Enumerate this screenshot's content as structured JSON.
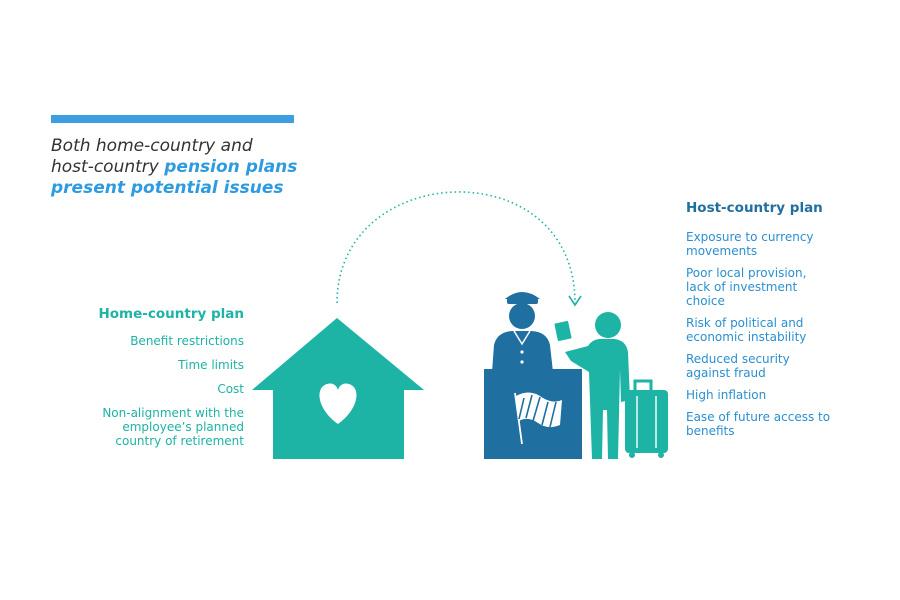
{
  "headline": {
    "line1": "Both home-country and",
    "line2_plain": "host-country ",
    "line2_strong": "pension plans",
    "line3_strong": "present potential issues"
  },
  "home": {
    "title": "Home-country plan",
    "issues": [
      "Benefit restrictions",
      "Time limits",
      "Cost",
      "Non-alignment with the employee’s planned country of retirement"
    ]
  },
  "host": {
    "title": "Host-country plan",
    "issues": [
      "Exposure to currency movements",
      "Poor local provision, lack of investment choice",
      "Risk of political and economic instability",
      "Reduced security against fraud",
      "High inflation",
      "Ease of future access to benefits"
    ]
  },
  "colors": {
    "accent_blue": "#3d9ee0",
    "teal": "#1db3a5",
    "dark_blue": "#1f6fa0",
    "text_blue": "#2a8fd0"
  },
  "icons": [
    "house-heart-icon",
    "border-officer-icon",
    "traveler-icon",
    "suitcase-icon",
    "flag-icon",
    "dotted-arc-arrow-icon"
  ]
}
